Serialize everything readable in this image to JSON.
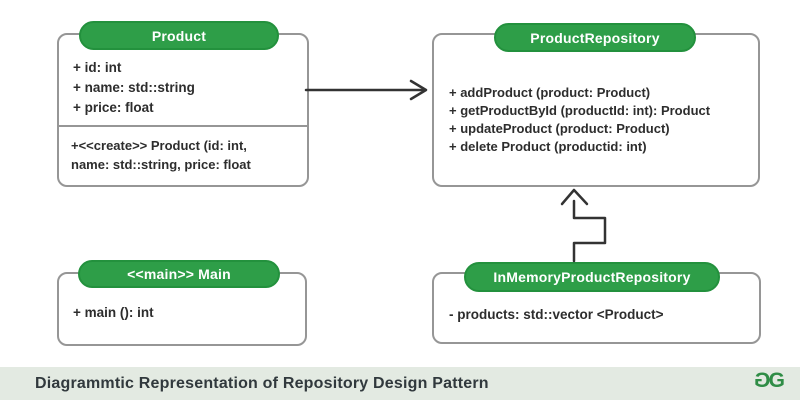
{
  "diagram": {
    "caption": "Diagrammtic Representation of Repository Design Pattern",
    "logo": {
      "name": "geeksforgeeks-logo",
      "letter": "G"
    },
    "colors": {
      "pill_green": "#2e9e48",
      "pill_border_green": "#23913d",
      "box_border_gray": "#969696",
      "arrow_dark": "#333333",
      "caption_bg": "#e3eae2",
      "caption_text": "#31393d",
      "logo_green": "#2f8d46"
    },
    "classes": [
      {
        "title": "Product",
        "attributes": [
          "+ id: int",
          "+ name: std::string",
          "+ price: float"
        ],
        "methods": [
          "+<<create>> Product (id: int,",
          "name: std::string, price: float"
        ]
      },
      {
        "title": "ProductRepository",
        "methods": [
          "+ addProduct (product: Product)",
          "+ getProductById (productId: int): Product",
          "+ updateProduct (product: Product)",
          "+ delete Product (productid: int)"
        ]
      },
      {
        "title": "<<main>> Main",
        "methods": [
          "+ main (): int"
        ]
      },
      {
        "title": "InMemoryProductRepository",
        "attributes": [
          "- products: std::vector <Product>"
        ]
      }
    ],
    "relations": [
      {
        "from": "Product",
        "to": "ProductRepository",
        "type": "association-arrow"
      },
      {
        "from": "InMemoryProductRepository",
        "to": "ProductRepository",
        "type": "inheritance-arrow"
      }
    ]
  }
}
